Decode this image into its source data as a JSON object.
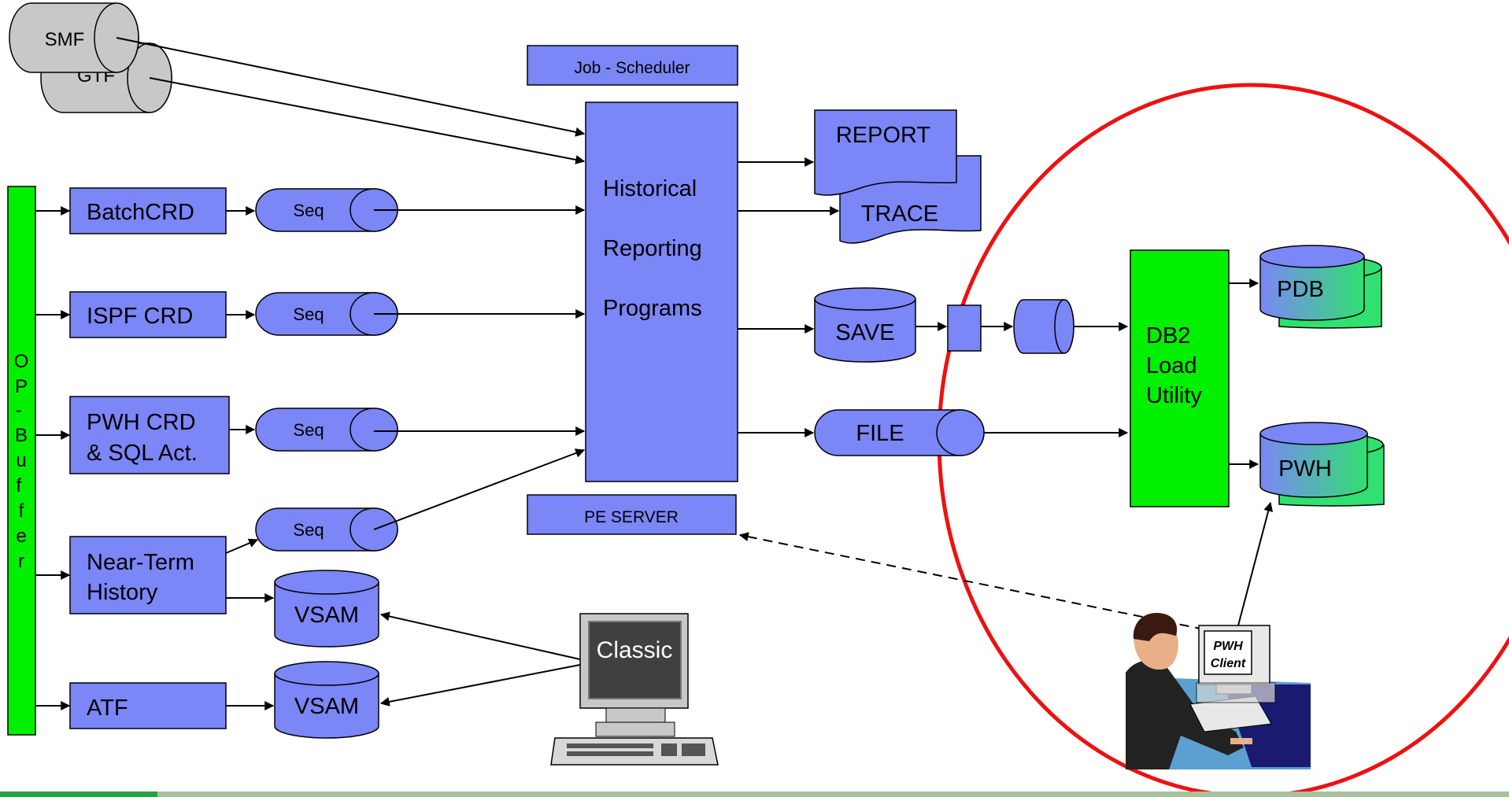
{
  "colors": {
    "box_fill": "#7b86f7",
    "green": "#00f000",
    "gray_cylinder": "#c8c8c8",
    "red_ellipse": "#ee1111",
    "stroke": "#000000"
  },
  "sources": {
    "smf": "SMF",
    "gtf": "GTF"
  },
  "scheduler": {
    "job_scheduler": "Job - Scheduler",
    "pe_server": "PE SERVER"
  },
  "op_buffer": {
    "label": "OP-Buffer"
  },
  "collectors": {
    "batch_crd": "BatchCRD",
    "ispf_crd": "ISPF CRD",
    "pwh_crd_line1": "PWH CRD",
    "pwh_crd_line2": "& SQL Act.",
    "near_term_line1": "Near-Term",
    "near_term_line2": "History",
    "atf": "ATF"
  },
  "datasets": {
    "seq": "Seq",
    "vsam": "VSAM"
  },
  "hrp": {
    "line1": "Historical",
    "line2": "Reporting",
    "line3": "Programs"
  },
  "outputs": {
    "report": "REPORT",
    "trace": "TRACE",
    "save": "SAVE",
    "file": "FILE"
  },
  "db2": {
    "line1": "DB2",
    "line2": "Load",
    "line3": "Utility"
  },
  "databases": {
    "pdb": "PDB",
    "pwh": "PWH"
  },
  "clients": {
    "classic": "Classic",
    "pwh_client_line1": "PWH",
    "pwh_client_line2": "Client"
  }
}
